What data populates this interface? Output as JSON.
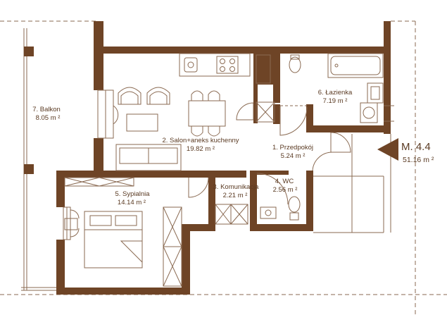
{
  "colors": {
    "wall": "#6e4426",
    "line": "#8a6a52",
    "text": "#5a3a22",
    "background": "#ffffff"
  },
  "unit": {
    "name": "M. 4.4",
    "area": "51.16 m ²"
  },
  "rooms": [
    {
      "id": "balkon",
      "name": "7. Balkon",
      "area": "8.05 m ²"
    },
    {
      "id": "salon",
      "name": "2. Salon+aneks kuchenny",
      "area": "19.82 m ²"
    },
    {
      "id": "przedpokoj",
      "name": "1. Przedpokój",
      "area": "5.24 m ²"
    },
    {
      "id": "lazienka",
      "name": "6. Łazienka",
      "area": "7.19 m ²"
    },
    {
      "id": "wc",
      "name": "4. WC",
      "area": "2.56 m ²"
    },
    {
      "id": "komunikacja",
      "name": "3. Komunikacja",
      "area": "2.21 m ²"
    },
    {
      "id": "sypialnia",
      "name": "5. Sypialnia",
      "area": "14.14 m ²"
    }
  ],
  "icons": {
    "entrance": "entrance-arrow-icon"
  }
}
